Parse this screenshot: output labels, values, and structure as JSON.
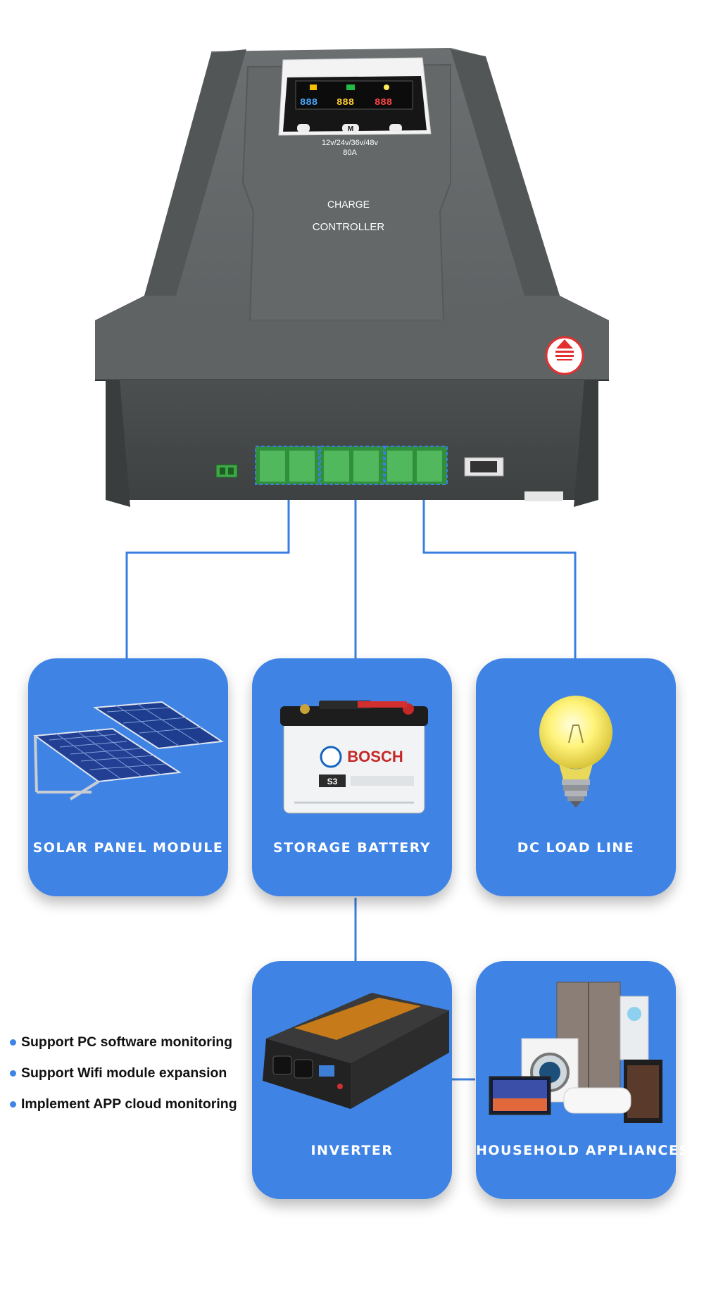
{
  "device": {
    "voltage_label": "12v/24v/36v/48v",
    "current_label": "80A",
    "title_line1": "CHARGE",
    "title_line2": "CONTROLLER",
    "lcd_digits": "888",
    "menu_button": "M",
    "battery_brand": "BOSCH",
    "battery_model": "S3"
  },
  "components": [
    {
      "label": "SOLAR PANEL MODULE",
      "icon": "solar-panel-icon"
    },
    {
      "label": "STORAGE BATTERY",
      "icon": "battery-icon"
    },
    {
      "label": "DC LOAD LINE",
      "icon": "light-bulb-icon"
    },
    {
      "label": "INVERTER",
      "icon": "inverter-icon"
    },
    {
      "label": "HOUSEHOLD APPLIANCES",
      "icon": "appliances-icon"
    }
  ],
  "features": [
    "Support PC software monitoring",
    "Support Wifi module expansion",
    "Implement APP cloud monitoring"
  ],
  "colors": {
    "card_blue": "#3f84e5",
    "connector_line": "#3a7fe0",
    "device_gray": "#5a5e5f"
  }
}
